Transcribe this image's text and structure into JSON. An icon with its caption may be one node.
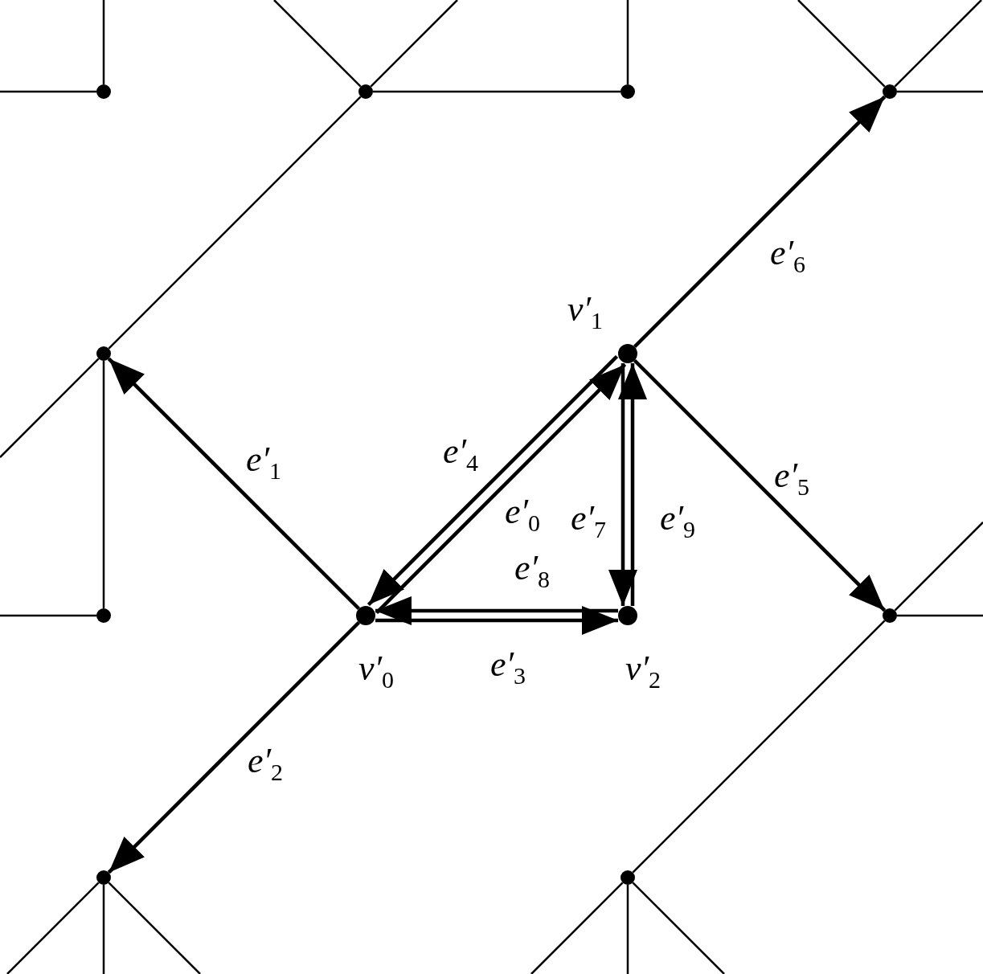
{
  "diagram": {
    "nodes": [
      {
        "text": [],
        "shape": "circle"
      },
      {
        "text": [],
        "shape": "circle"
      },
      {
        "text": [],
        "shape": "circle"
      },
      {
        "text": [],
        "shape": "circle"
      },
      {
        "text": [],
        "shape": "circle"
      },
      {
        "text": [],
        "shape": "circle",
        "beside": [
          "v′$_{1}$"
        ]
      },
      {
        "text": [],
        "shape": "circle"
      },
      {
        "text": [],
        "shape": "circle",
        "beside": [
          "v′$_{0}$"
        ]
      },
      {
        "text": [],
        "shape": "circle",
        "beside": [
          "v′$_{2}$"
        ]
      },
      {
        "text": [],
        "shape": "circle"
      },
      {
        "text": [],
        "shape": "circle"
      },
      {
        "text": [],
        "shape": "circle"
      }
    ],
    "edges": [
      {
        "from": null,
        "to": 0,
        "arrow": "none"
      },
      {
        "from": null,
        "to": 0,
        "arrow": "none"
      },
      {
        "from": 1,
        "to": 2,
        "arrow": "none"
      },
      {
        "from": 1,
        "to": null,
        "arrow": "none"
      },
      {
        "from": 1,
        "to": null,
        "arrow": "none"
      },
      {
        "from": 1,
        "to": 4,
        "arrow": "none"
      },
      {
        "from": 2,
        "to": null,
        "arrow": "none"
      },
      {
        "from": 3,
        "to": null,
        "arrow": "none"
      },
      {
        "from": 3,
        "to": null,
        "arrow": "none"
      },
      {
        "from": 3,
        "to": null,
        "arrow": "none"
      },
      {
        "from": 4,
        "to": null,
        "arrow": "none"
      },
      {
        "from": 4,
        "to": 6,
        "arrow": "none"
      },
      {
        "from": 6,
        "to": null,
        "arrow": "none"
      },
      {
        "from": 9,
        "to": null,
        "arrow": "none"
      },
      {
        "from": 9,
        "to": null,
        "arrow": "none"
      },
      {
        "from": 9,
        "to": 11,
        "arrow": "none"
      },
      {
        "from": 10,
        "to": null,
        "arrow": "none"
      },
      {
        "from": 10,
        "to": null,
        "arrow": "none"
      },
      {
        "from": 10,
        "to": null,
        "arrow": "none"
      },
      {
        "from": 11,
        "to": null,
        "arrow": "none"
      },
      {
        "from": 11,
        "to": null,
        "arrow": "none"
      },
      {
        "from": 11,
        "to": null,
        "arrow": "none"
      },
      {
        "from": 7,
        "to": 5,
        "arrow": "to",
        "style": "thick",
        "label": "e′$_{0}$"
      },
      {
        "from": 5,
        "to": 7,
        "arrow": "to",
        "style": "thick",
        "label": "e′$_{4}$"
      },
      {
        "from": 5,
        "to": 8,
        "arrow": "to",
        "style": "thick",
        "label": "e′$_{7}$"
      },
      {
        "from": 8,
        "to": 5,
        "arrow": "to",
        "style": "thick",
        "label": "e′$_{9}$"
      },
      {
        "from": 8,
        "to": 7,
        "arrow": "to",
        "style": "thick",
        "label": "e′$_{8}$"
      },
      {
        "from": 7,
        "to": 8,
        "arrow": "to",
        "style": "thick",
        "label": "e′$_{3}$"
      },
      {
        "from": 7,
        "to": 4,
        "arrow": "to",
        "style": "thick",
        "label": "e′$_{1}$"
      },
      {
        "from": 7,
        "to": 10,
        "arrow": "to",
        "style": "thick",
        "label": "e′$_{2}$"
      },
      {
        "from": 5,
        "to": 9,
        "arrow": "to",
        "style": "thick",
        "label": "e′$_{5}$"
      },
      {
        "from": 5,
        "to": 3,
        "arrow": "to",
        "style": "thick",
        "label": "e′$_{6}$"
      }
    ]
  }
}
